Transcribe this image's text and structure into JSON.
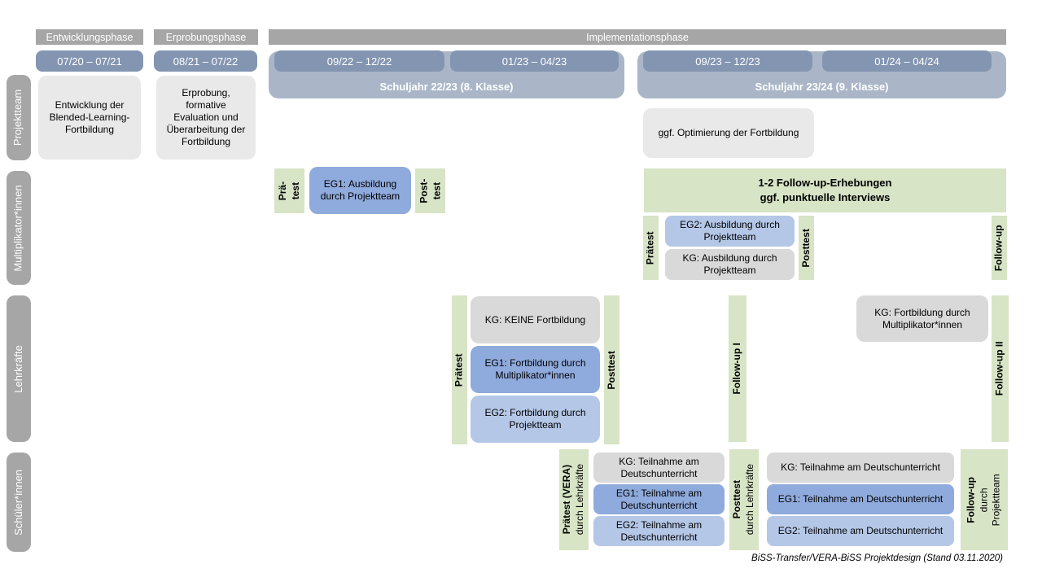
{
  "colors": {
    "phase_header_gray": "#a6a6a6",
    "row_label_gray": "#a6a6a6",
    "date_bar_blue": "#8395b1",
    "school_year_band": "#aab6c8",
    "test_green": "#d7e4c6",
    "eg1_blue": "#8faadc",
    "eg2_blue": "#b4c7e7",
    "kg_gray": "#d9d9d9",
    "activity_gray": "#e9e9e9"
  },
  "header": {
    "phases": [
      {
        "label": "Entwicklungsphase"
      },
      {
        "label": "Erprobungsphase"
      },
      {
        "label": "Implementationsphase"
      }
    ],
    "periods": [
      {
        "range": "07/20 – 07/21"
      },
      {
        "range": "08/21 – 07/22"
      },
      {
        "range": "09/22 – 12/22"
      },
      {
        "range": "01/23 – 04/23"
      },
      {
        "range": "09/23 – 12/23"
      },
      {
        "range": "01/24 – 04/24"
      }
    ],
    "school_years": [
      {
        "label": "Schuljahr 22/23 (8. Klasse)"
      },
      {
        "label": "Schuljahr 23/24 (9. Klasse)"
      }
    ]
  },
  "row_labels": {
    "projektteam": "Projektteam",
    "multiplikatoren": "Multiplikator*innen",
    "lehrkraefte": "Lehrkräfte",
    "schueler": "Schüler*innen"
  },
  "projektteam": {
    "entwicklung": "Entwicklung der Blended-Learning-Fortbildung",
    "erprobung": "Erprobung, formative Evaluation und Überarbeitung der Fortbildung",
    "optimierung": "ggf. Optimierung der Fortbildung"
  },
  "multiplikatoren": {
    "praetest": {
      "line1": "Prä-",
      "line2": "test"
    },
    "eg1": "EG1: Ausbildung durch Projektteam",
    "posttest": {
      "line1": "Post-",
      "line2": "test"
    },
    "followup_band": {
      "line1": "1-2 Follow-up-Erhebungen",
      "line2": "ggf. punktuelle Interviews"
    },
    "praetest2": "Prätest",
    "eg2": "EG2: Ausbildung durch Projektteam",
    "kg": "KG: Ausbildung durch Projektteam",
    "posttest2": "Posttest",
    "followup": "Follow-up"
  },
  "lehrkraefte": {
    "praetest": "Prätest",
    "kg": "KG: KEINE Fortbildung",
    "eg1": "EG1: Fortbildung durch Multiplikator*innen",
    "eg2": "EG2: Fortbildung durch Projektteam",
    "posttest": "Posttest",
    "followup1": "Follow-up I",
    "kg2": "KG: Fortbildung durch Multiplikator*innen",
    "followup2": "Follow-up II"
  },
  "schueler": {
    "praetest": {
      "line1": "Prätest (VERA)",
      "line2": "durch Lehrkräfte"
    },
    "kg1": "KG: Teilnahme am Deutschunterricht",
    "eg1a": "EG1: Teilnahme am Deutschunterricht",
    "eg2a": "EG2: Teilnahme am Deutschunterricht",
    "posttest": {
      "line1": "Posttest",
      "line2": "durch Lehrkräfte"
    },
    "kg2": "KG: Teilnahme am Deutschunterricht",
    "eg1b": "EG1: Teilnahme am Deutschunterricht",
    "eg2b": "EG2: Teilnahme am Deutschunterricht",
    "followup": {
      "line1": "Follow-up",
      "line2": "durch",
      "line3": "Projektteam"
    }
  },
  "footer": "BiSS-Transfer/VERA-BiSS Projektdesign (Stand 03.11.2020)"
}
